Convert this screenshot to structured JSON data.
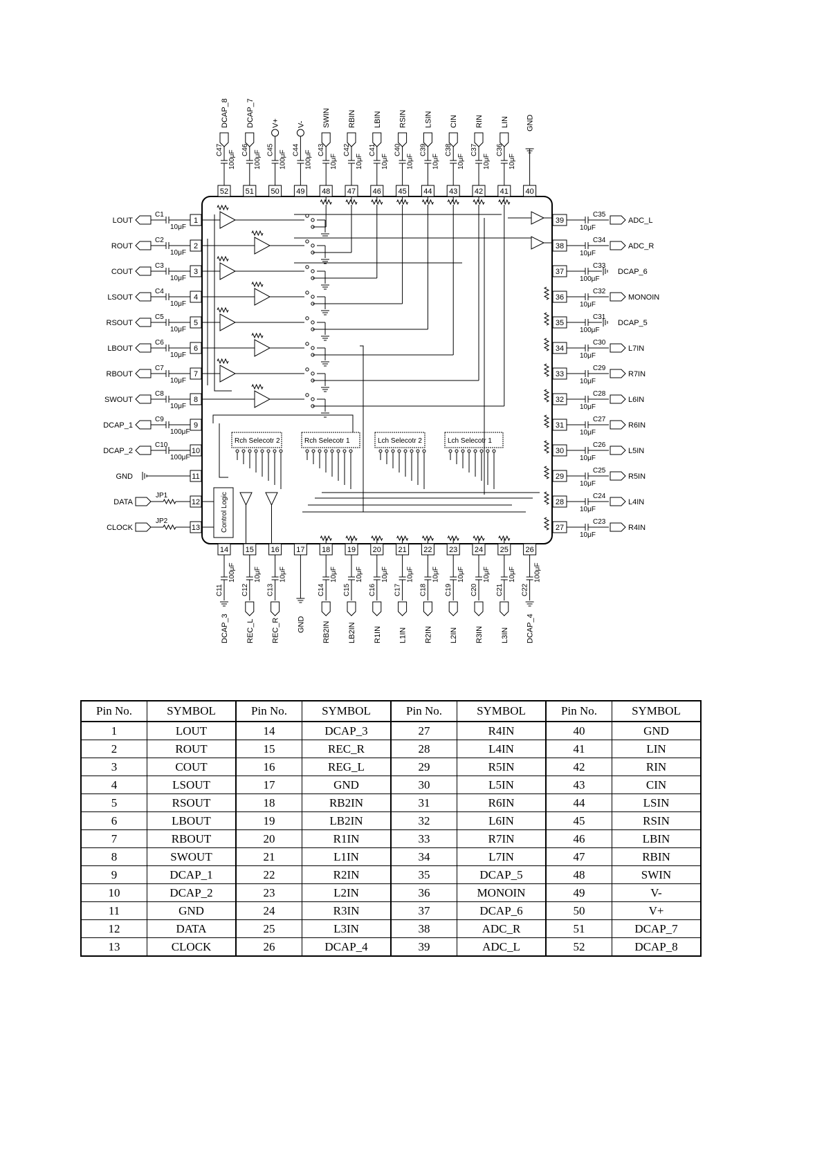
{
  "diagram": {
    "pins_left": [
      {
        "num": "1",
        "net": "LOUT",
        "cap": "C1",
        "val": "10μF"
      },
      {
        "num": "2",
        "net": "ROUT",
        "cap": "C2",
        "val": "10μF"
      },
      {
        "num": "3",
        "net": "COUT",
        "cap": "C3",
        "val": "10μF"
      },
      {
        "num": "4",
        "net": "LSOUT",
        "cap": "C4",
        "val": "10μF"
      },
      {
        "num": "5",
        "net": "RSOUT",
        "cap": "C5",
        "val": "10μF"
      },
      {
        "num": "6",
        "net": "LBOUT",
        "cap": "C6",
        "val": "10μF"
      },
      {
        "num": "7",
        "net": "RBOUT",
        "cap": "C7",
        "val": "10μF"
      },
      {
        "num": "8",
        "net": "SWOUT",
        "cap": "C8",
        "val": "10μF"
      },
      {
        "num": "9",
        "net": "DCAP_1",
        "cap": "C9",
        "val": "100μF"
      },
      {
        "num": "10",
        "net": "DCAP_2",
        "cap": "C10",
        "val": "100μF"
      },
      {
        "num": "11",
        "net": "GND",
        "cap": "",
        "val": ""
      },
      {
        "num": "12",
        "net": "DATA",
        "cap": "JP1",
        "val": ""
      },
      {
        "num": "13",
        "net": "CLOCK",
        "cap": "JP2",
        "val": ""
      }
    ],
    "pins_right": [
      {
        "num": "39",
        "net": "ADC_L",
        "cap": "C35",
        "val": "10μF"
      },
      {
        "num": "38",
        "net": "ADC_R",
        "cap": "C34",
        "val": "10μF"
      },
      {
        "num": "37",
        "net": "DCAP_6",
        "cap": "C33",
        "val": "100μF"
      },
      {
        "num": "36",
        "net": "MONOIN",
        "cap": "C32",
        "val": "10μF"
      },
      {
        "num": "35",
        "net": "DCAP_5",
        "cap": "C31",
        "val": "100μF"
      },
      {
        "num": "34",
        "net": "L7IN",
        "cap": "C30",
        "val": "10μF"
      },
      {
        "num": "33",
        "net": "R7IN",
        "cap": "C29",
        "val": "10μF"
      },
      {
        "num": "32",
        "net": "L6IN",
        "cap": "C28",
        "val": "10μF"
      },
      {
        "num": "31",
        "net": "R6IN",
        "cap": "C27",
        "val": "10μF"
      },
      {
        "num": "30",
        "net": "L5IN",
        "cap": "C26",
        "val": "10μF"
      },
      {
        "num": "29",
        "net": "R5IN",
        "cap": "C25",
        "val": "10μF"
      },
      {
        "num": "28",
        "net": "L4IN",
        "cap": "C24",
        "val": "10μF"
      },
      {
        "num": "27",
        "net": "R4IN",
        "cap": "C23",
        "val": "10μF"
      }
    ],
    "pins_top": [
      {
        "num": "52",
        "net": "DCAP_8",
        "cap": "C47",
        "val": "100μF"
      },
      {
        "num": "51",
        "net": "DCAP_7",
        "cap": "C46",
        "val": "100μF"
      },
      {
        "num": "50",
        "net": "V+",
        "cap": "C45",
        "val": "100μF"
      },
      {
        "num": "49",
        "net": "V-",
        "cap": "C44",
        "val": "100μF"
      },
      {
        "num": "48",
        "net": "SWIN",
        "cap": "C43",
        "val": "10μF"
      },
      {
        "num": "47",
        "net": "RBIN",
        "cap": "C42",
        "val": "10μF"
      },
      {
        "num": "46",
        "net": "LBIN",
        "cap": "C41",
        "val": "10μF"
      },
      {
        "num": "45",
        "net": "RSIN",
        "cap": "C40",
        "val": "10μF"
      },
      {
        "num": "44",
        "net": "LSIN",
        "cap": "C39",
        "val": "10μF"
      },
      {
        "num": "43",
        "net": "CIN",
        "cap": "C38",
        "val": "10μF"
      },
      {
        "num": "42",
        "net": "RIN",
        "cap": "C37",
        "val": "10μF"
      },
      {
        "num": "41",
        "net": "LIN",
        "cap": "C36",
        "val": "10μF"
      },
      {
        "num": "40",
        "net": "GND",
        "cap": "",
        "val": ""
      }
    ],
    "pins_bottom": [
      {
        "num": "14",
        "net": "DCAP_3",
        "cap": "C11",
        "val": "100μF"
      },
      {
        "num": "15",
        "net": "REC_L",
        "cap": "C12",
        "val": "10μF"
      },
      {
        "num": "16",
        "net": "REC_R",
        "cap": "C13",
        "val": "10μF"
      },
      {
        "num": "17",
        "net": "GND",
        "cap": "",
        "val": ""
      },
      {
        "num": "18",
        "net": "RB2IN",
        "cap": "C14",
        "val": "10μF"
      },
      {
        "num": "19",
        "net": "LB2IN",
        "cap": "C15",
        "val": "10μF"
      },
      {
        "num": "20",
        "net": "R1IN",
        "cap": "C16",
        "val": "10μF"
      },
      {
        "num": "21",
        "net": "L1IN",
        "cap": "C17",
        "val": "10μF"
      },
      {
        "num": "22",
        "net": "R2IN",
        "cap": "C18",
        "val": "10μF"
      },
      {
        "num": "23",
        "net": "L2IN",
        "cap": "C19",
        "val": "10μF"
      },
      {
        "num": "24",
        "net": "R3IN",
        "cap": "C20",
        "val": "10μF"
      },
      {
        "num": "25",
        "net": "L3IN",
        "cap": "C21",
        "val": "10μF"
      },
      {
        "num": "26",
        "net": "DCAP_4",
        "cap": "C22",
        "val": "100μF"
      }
    ],
    "selectors": [
      "Rch Selecotr 2",
      "Rch Selecotr 1",
      "Lch Selecotr 2",
      "Lch Selecotr 1"
    ],
    "control_logic": "Control Logic"
  },
  "table": {
    "headers": [
      "Pin No.",
      "SYMBOL",
      "Pin No.",
      "SYMBOL",
      "Pin No.",
      "SYMBOL",
      "Pin No.",
      "SYMBOL"
    ],
    "rows": [
      [
        "1",
        "LOUT",
        "14",
        "DCAP_3",
        "27",
        "R4IN",
        "40",
        "GND"
      ],
      [
        "2",
        "ROUT",
        "15",
        "REC_R",
        "28",
        "L4IN",
        "41",
        "LIN"
      ],
      [
        "3",
        "COUT",
        "16",
        "REG_L",
        "29",
        "R5IN",
        "42",
        "RIN"
      ],
      [
        "4",
        "LSOUT",
        "17",
        "GND",
        "30",
        "L5IN",
        "43",
        "CIN"
      ],
      [
        "5",
        "RSOUT",
        "18",
        "RB2IN",
        "31",
        "R6IN",
        "44",
        "LSIN"
      ],
      [
        "6",
        "LBOUT",
        "19",
        "LB2IN",
        "32",
        "L6IN",
        "45",
        "RSIN"
      ],
      [
        "7",
        "RBOUT",
        "20",
        "R1IN",
        "33",
        "R7IN",
        "46",
        "LBIN"
      ],
      [
        "8",
        "SWOUT",
        "21",
        "L1IN",
        "34",
        "L7IN",
        "47",
        "RBIN"
      ],
      [
        "9",
        "DCAP_1",
        "22",
        "R2IN",
        "35",
        "DCAP_5",
        "48",
        "SWIN"
      ],
      [
        "10",
        "DCAP_2",
        "23",
        "L2IN",
        "36",
        "MONOIN",
        "49",
        "V-"
      ],
      [
        "11",
        "GND",
        "24",
        "R3IN",
        "37",
        "DCAP_6",
        "50",
        "V+"
      ],
      [
        "12",
        "DATA",
        "25",
        "L3IN",
        "38",
        "ADC_R",
        "51",
        "DCAP_7"
      ],
      [
        "13",
        "CLOCK",
        "26",
        "DCAP_4",
        "39",
        "ADC_L",
        "52",
        "DCAP_8"
      ]
    ]
  }
}
